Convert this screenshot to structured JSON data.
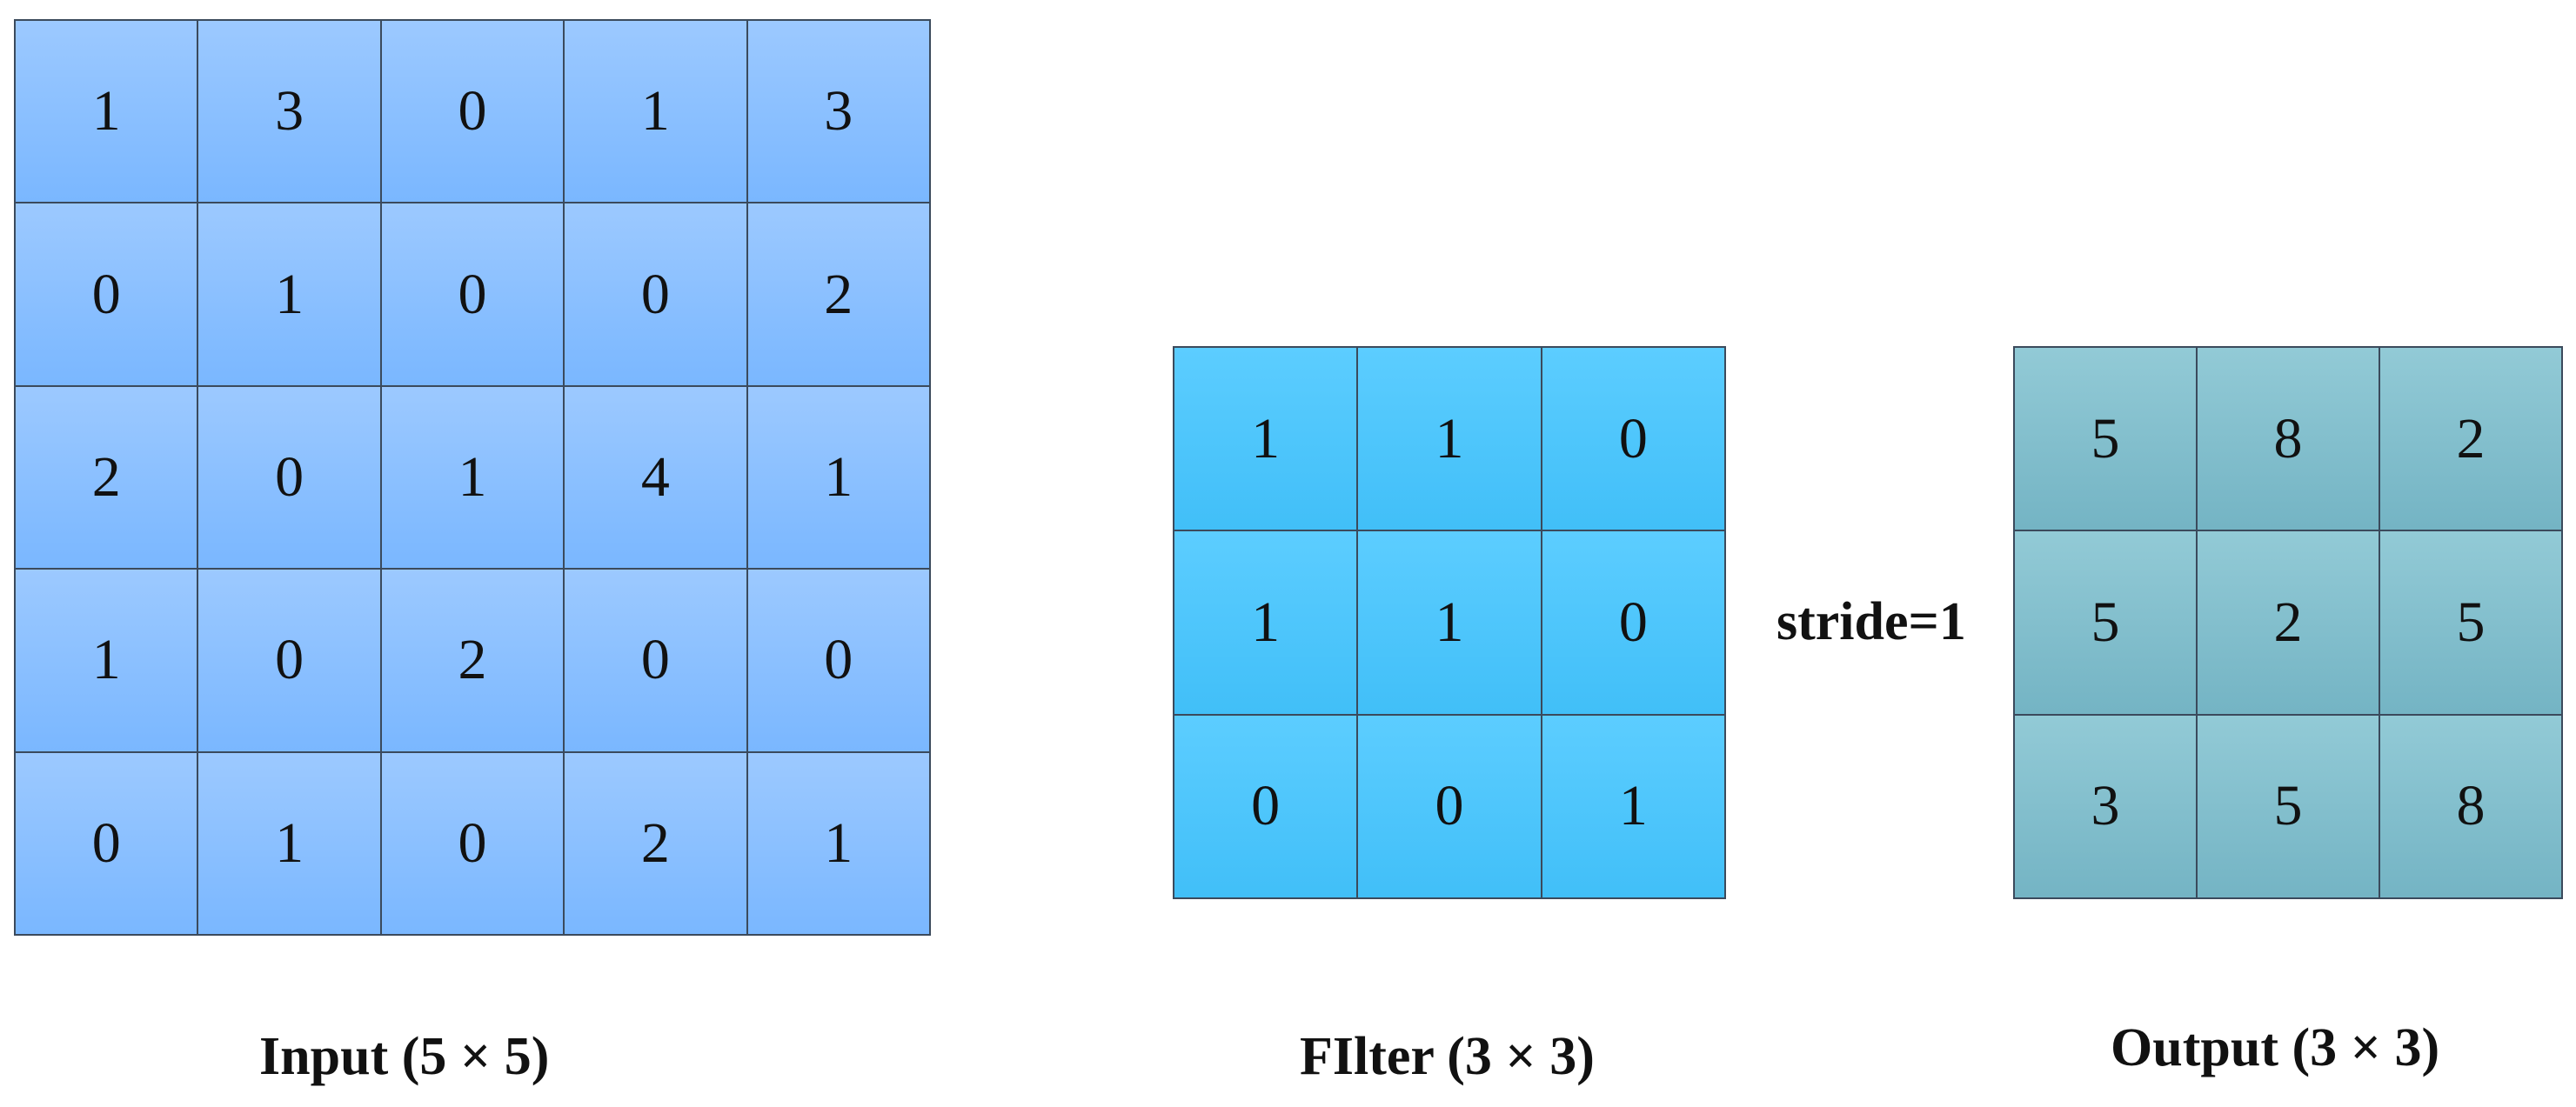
{
  "input": {
    "caption": "Input (5 × 5)",
    "rows": [
      [
        "1",
        "3",
        "0",
        "1",
        "3"
      ],
      [
        "0",
        "1",
        "0",
        "0",
        "2"
      ],
      [
        "2",
        "0",
        "1",
        "4",
        "1"
      ],
      [
        "1",
        "0",
        "2",
        "0",
        "0"
      ],
      [
        "0",
        "1",
        "0",
        "2",
        "1"
      ]
    ]
  },
  "filter": {
    "caption": "FIlter (3 × 3)",
    "rows": [
      [
        "1",
        "1",
        "0"
      ],
      [
        "1",
        "1",
        "0"
      ],
      [
        "0",
        "0",
        "1"
      ]
    ]
  },
  "stride": {
    "label": "stride=1"
  },
  "output": {
    "caption": "Output (3 × 3)",
    "rows": [
      [
        "5",
        "8",
        "2"
      ],
      [
        "5",
        "2",
        "5"
      ],
      [
        "3",
        "5",
        "8"
      ]
    ]
  },
  "colors": {
    "input_fill": "#8fc2ff",
    "filter_fill": "#4cc6fb",
    "output_fill": "#84bfcd",
    "grid_line": "#3b4a5c"
  }
}
